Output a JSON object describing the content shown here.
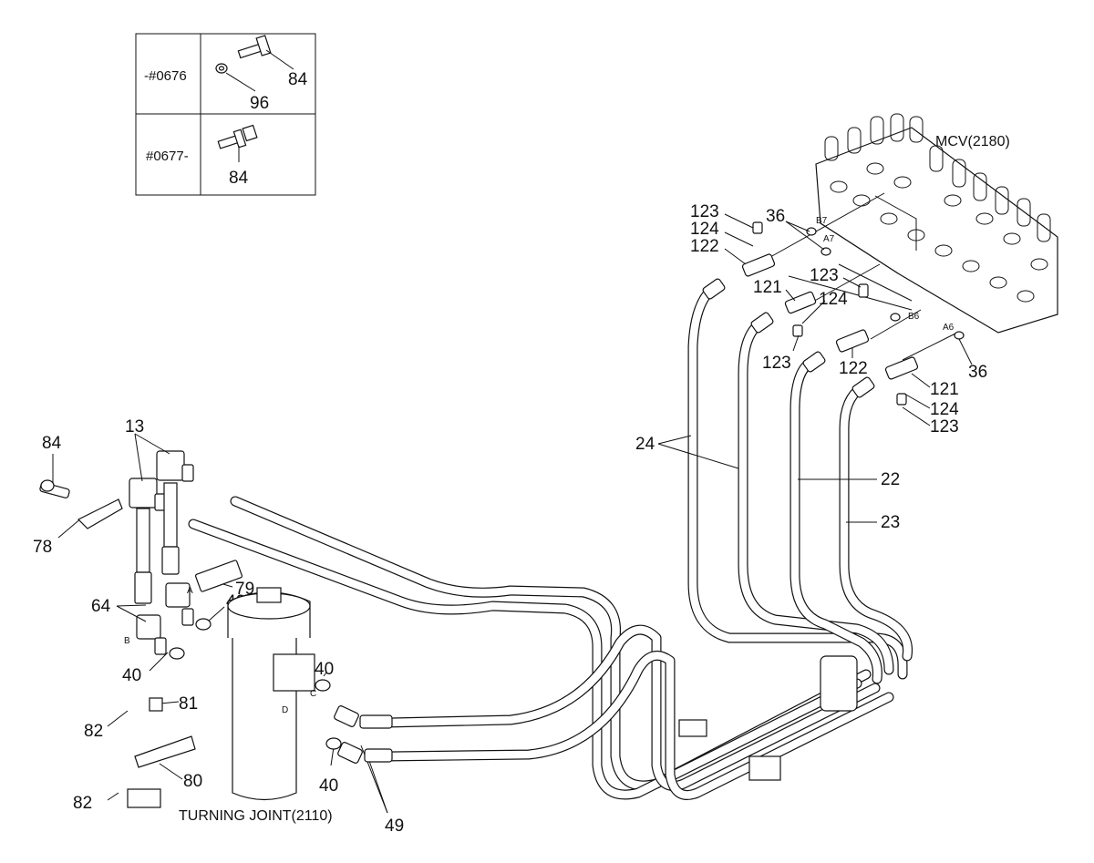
{
  "inset": {
    "row1": {
      "serial": "-#0676",
      "parts": [
        "84",
        "96"
      ]
    },
    "row2": {
      "serial": "#0677-",
      "parts": [
        "84"
      ]
    }
  },
  "components": {
    "mcv": "MCV(2180)",
    "turning_joint": "TURNING JOINT(2110)"
  },
  "port_labels": [
    "B7",
    "A7",
    "B6",
    "A6",
    "A",
    "B",
    "C",
    "D"
  ],
  "part_numbers": {
    "mcv_area": [
      "123",
      "124",
      "122",
      "36",
      "123",
      "121",
      "124",
      "123",
      "122",
      "36",
      "121",
      "124",
      "123"
    ],
    "hoses": [
      "24",
      "22",
      "23"
    ],
    "left_area": [
      "13",
      "84",
      "78",
      "79",
      "64",
      "40",
      "40",
      "40",
      "40",
      "81",
      "82",
      "80",
      "82",
      "49"
    ]
  }
}
